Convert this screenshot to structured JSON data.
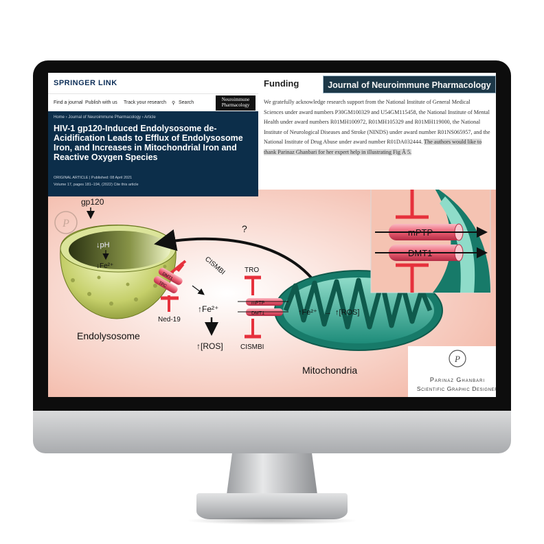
{
  "article": {
    "brand": "SPRINGER LINK",
    "nav": [
      "Find a journal",
      "Publish with us",
      "Track your research",
      "Search"
    ],
    "journal_badge_line1": "Neuroimmune",
    "journal_badge_line2": "Pharmacology",
    "breadcrumb": "Home  ›  Journal of Neuroimmune Pharmacology  ›  Article",
    "title": "HIV-1 gp120-Induced Endolysosome de-Acidification Leads to Efflux of Endolysosome Iron, and Increases in Mitochondrial Iron and Reactive Oxygen Species",
    "meta1": "ORIGINAL ARTICLE  |  Published: 08 April 2021",
    "meta2": "Volume 17, pages 181–194, (2022)   Cite this article"
  },
  "funding": {
    "heading": "Funding",
    "journal_banner": "Journal of Neuroimmune Pharmacology",
    "text": "We gratefully acknowledge research support from the National Institute of General Medical Sciences under award numbers P30GM100329 and U54GM115458, the National Institute of Mental Health under award numbers R01MH100972, R01MH105329 and R01MH119000, the National Institute of Neurological Diseases and Stroke (NINDS) under award number R01NS065957, and the National Institute of Drug Abuse under award number R01DA032444. ",
    "highlight": "The authors would like to thank Parinaz Ghanbari for her expert help in illustrating Fig Â 5."
  },
  "figure": {
    "gp120": "gp120",
    "ph": "↓pH",
    "fe_endo": "↓Fe²⁺",
    "question": "?",
    "cismbi_top": "CISMBI",
    "tro": "TRO",
    "dmt1_small": "DMT1",
    "tpc": "TPC",
    "ned19": "Ned-19",
    "fe_mid": "↑Fe²⁺",
    "ros_mid": "↑[ROS]",
    "mptp_small": "mPTP",
    "dmt1_mito": "DMT1",
    "cismbi_bottom": "CISMBI",
    "fe_mito": "↑Fe²⁺",
    "arrow": "→",
    "ros_mito": "↑[ROS]",
    "endolysosome": "Endolysosome",
    "mitochondria": "Mitochondria",
    "inset_mptp": "mPTP",
    "inset_dmt1": "DMT1",
    "designer_name": "Parinaz Ghanbari",
    "designer_title": "Scientific Graphic Designer",
    "logo_letter": "P"
  }
}
